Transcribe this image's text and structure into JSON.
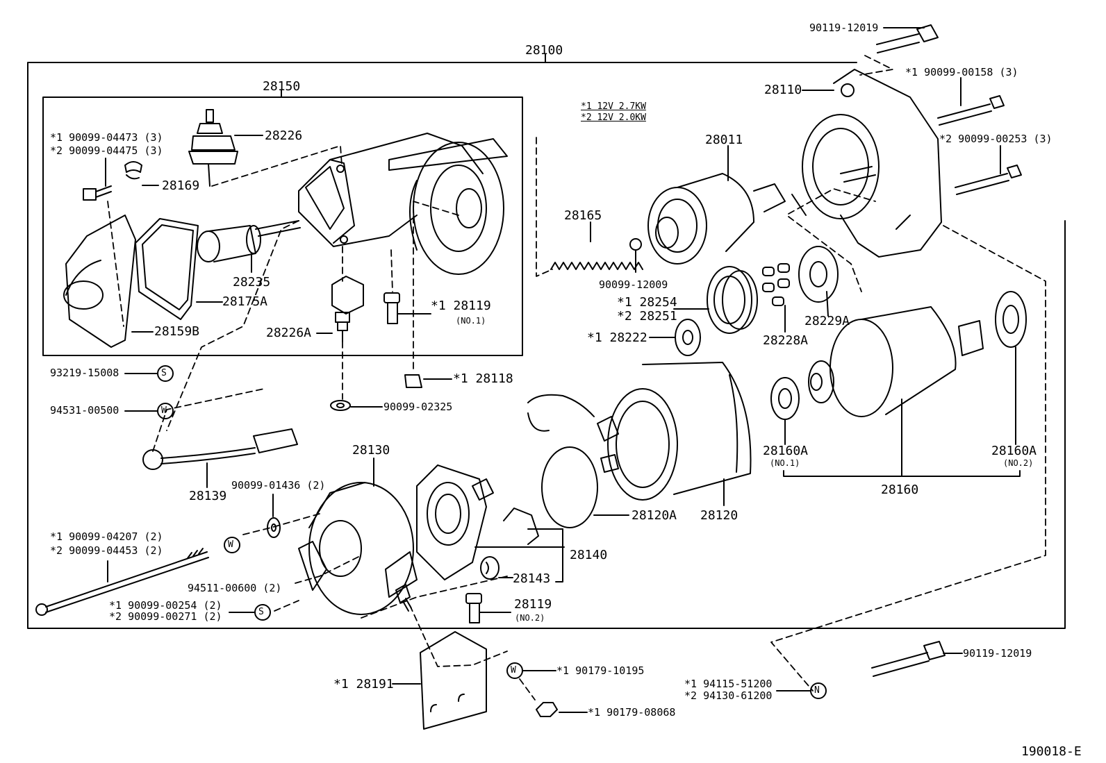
{
  "figure_id": "190018-E",
  "notes": [
    "*1 12V 2.7KW",
    "*2 12V 2.0KW"
  ],
  "markers": {
    "s": "S",
    "w": "W",
    "n": "N"
  },
  "assemblies": {
    "starter": "28100",
    "magnetic_switch": "28150"
  },
  "parts": {
    "p28226": "28226",
    "p28169": "28169",
    "bolt_04473": "*1 90099-04473 (3)",
    "bolt_04475": "*2 90099-04475 (3)",
    "p28235": "28235",
    "p28175a": "28175A",
    "p28159b": "28159B",
    "p28226a": "28226A",
    "p28119a": "*1 28119",
    "p28119a_sub": "(NO.1)",
    "p28118": "*1 28118",
    "washer_02325": "90099-02325",
    "nut_15008": "93219-15008",
    "washer_00500": "94531-00500",
    "p28139": "28139",
    "washer_01436": "90099-01436 (2)",
    "p28130": "28130",
    "bolt_04207": "*1 90099-04207 (2)",
    "bolt_04453": "*2 90099-04453 (2)",
    "washer_00600": "94511-00600 (2)",
    "screw_00254": "*1 90099-00254 (2)",
    "screw_00271": "*2 90099-00271 (2)",
    "p28119b": "28119",
    "p28119b_sub": "(NO.2)",
    "p28140": "28140",
    "p28143": "28143",
    "p28120a": "28120A",
    "p28120": "28120",
    "p28191": "*1 28191",
    "washer_10195": "*1 90179-10195",
    "nut_08068": "*1 90179-08068",
    "p28011": "28011",
    "p28165": "28165",
    "ball_12009": "90099-12009",
    "p28254": "*1 28254",
    "p28251": "*2 28251",
    "p28222": "*1 28222",
    "p28228a": "28228A",
    "p28229a": "28229A",
    "bolt_12019_top": "90119-12019",
    "p28110": "28110",
    "bolt_00158": "*1 90099-00158 (3)",
    "bolt_00253": "*2 90099-00253 (3)",
    "p28160a_1": "28160A",
    "p28160a_1_sub": "(NO.1)",
    "p28160a_2": "28160A",
    "p28160a_2_sub": "(NO.2)",
    "p28160": "28160",
    "bolt_12019_bot": "90119-12019",
    "nut_51200": "*1 94115-51200",
    "nut_61200": "*2 94130-61200"
  }
}
